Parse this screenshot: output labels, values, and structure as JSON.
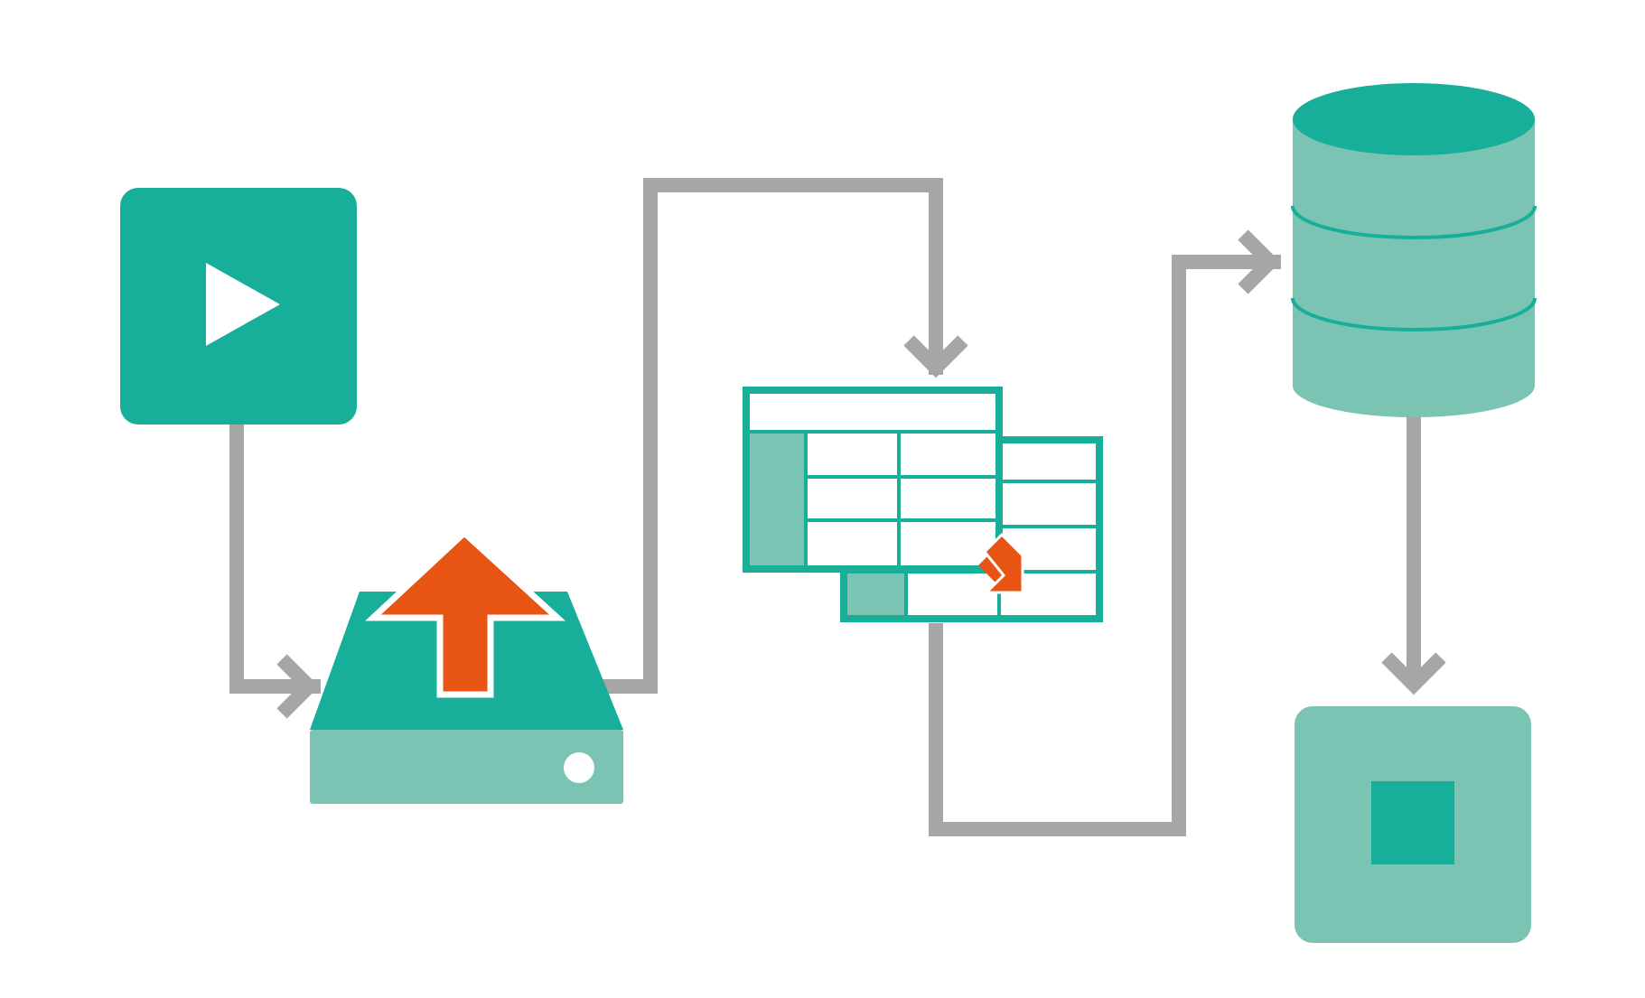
{
  "diagram": {
    "nodes": [
      {
        "id": "start",
        "icon": "play-icon"
      },
      {
        "id": "upload",
        "icon": "upload-drive-icon"
      },
      {
        "id": "transform",
        "icon": "spreadsheet-merge-icon"
      },
      {
        "id": "database",
        "icon": "database-icon"
      },
      {
        "id": "stop",
        "icon": "stop-icon"
      }
    ],
    "edges": [
      {
        "from": "start",
        "to": "upload"
      },
      {
        "from": "upload",
        "to": "transform"
      },
      {
        "from": "transform",
        "to": "database"
      },
      {
        "from": "database",
        "to": "stop"
      }
    ]
  },
  "colors": {
    "teal": "#17ae9a",
    "teal_light": "#7bc4b4",
    "orange": "#e85413",
    "connector": "#a6a6a6",
    "background": "#ffffff"
  }
}
